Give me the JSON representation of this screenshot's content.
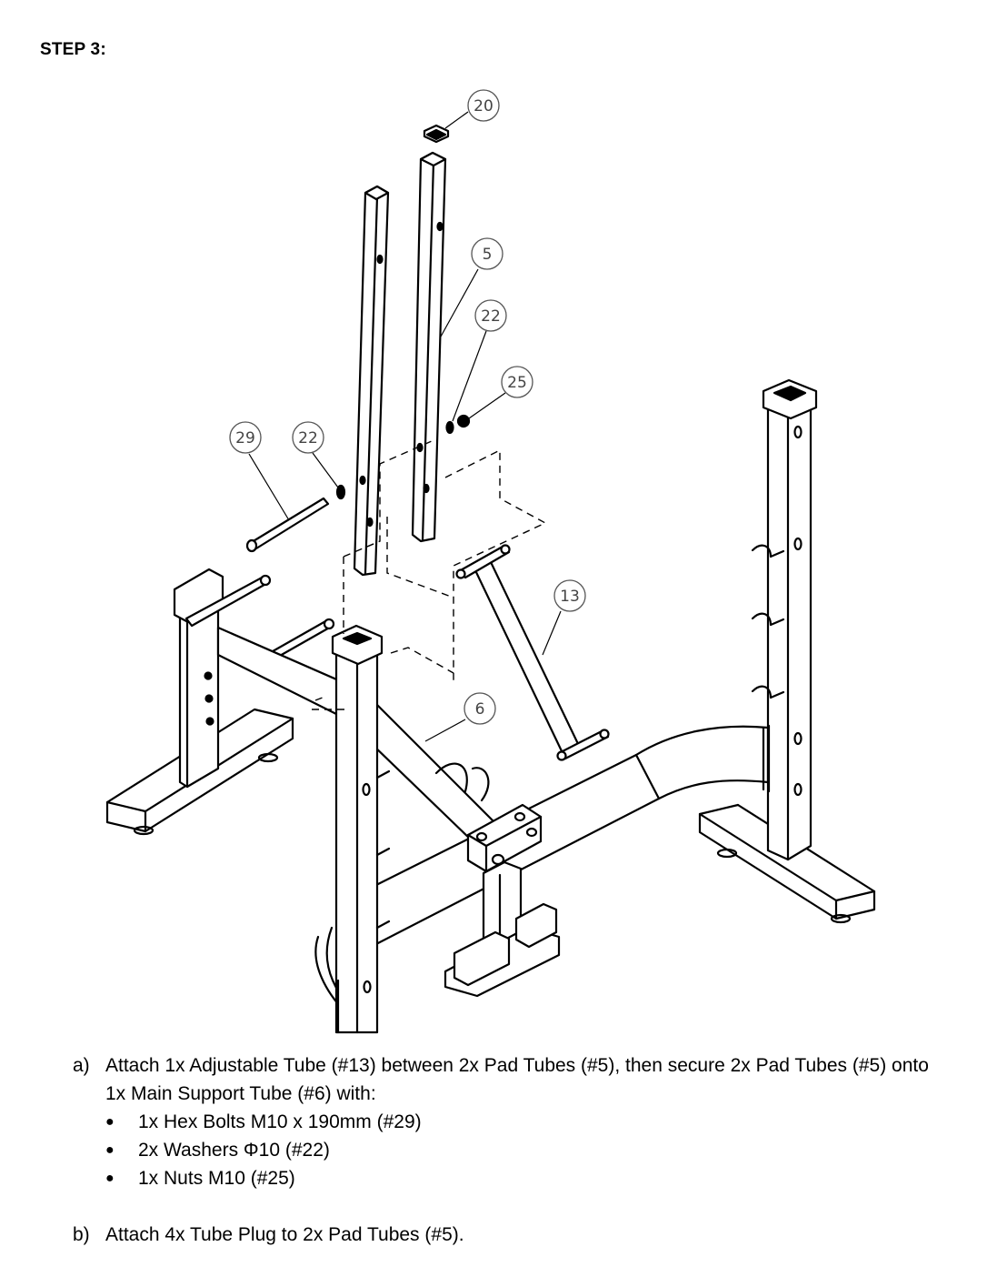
{
  "step_title": "STEP 3:",
  "callouts": {
    "c20": "20",
    "c5": "5",
    "c22a": "22",
    "c25": "25",
    "c29": "29",
    "c22b": "22",
    "c13": "13",
    "c6": "6"
  },
  "instructions": {
    "a": {
      "marker": "a)",
      "text": "Attach 1x Adjustable Tube (#13) between 2x Pad Tubes (#5), then secure 2x Pad Tubes (#5) onto 1x Main Support Tube (#6) with:",
      "bullets": [
        "1x Hex Bolts M10 x 190mm (#29)",
        "2x Washers Φ10 (#22)",
        "1x Nuts M10 (#25)"
      ]
    },
    "b": {
      "marker": "b)",
      "text": "Attach 4x Tube Plug to 2x Pad Tubes (#5)."
    }
  }
}
